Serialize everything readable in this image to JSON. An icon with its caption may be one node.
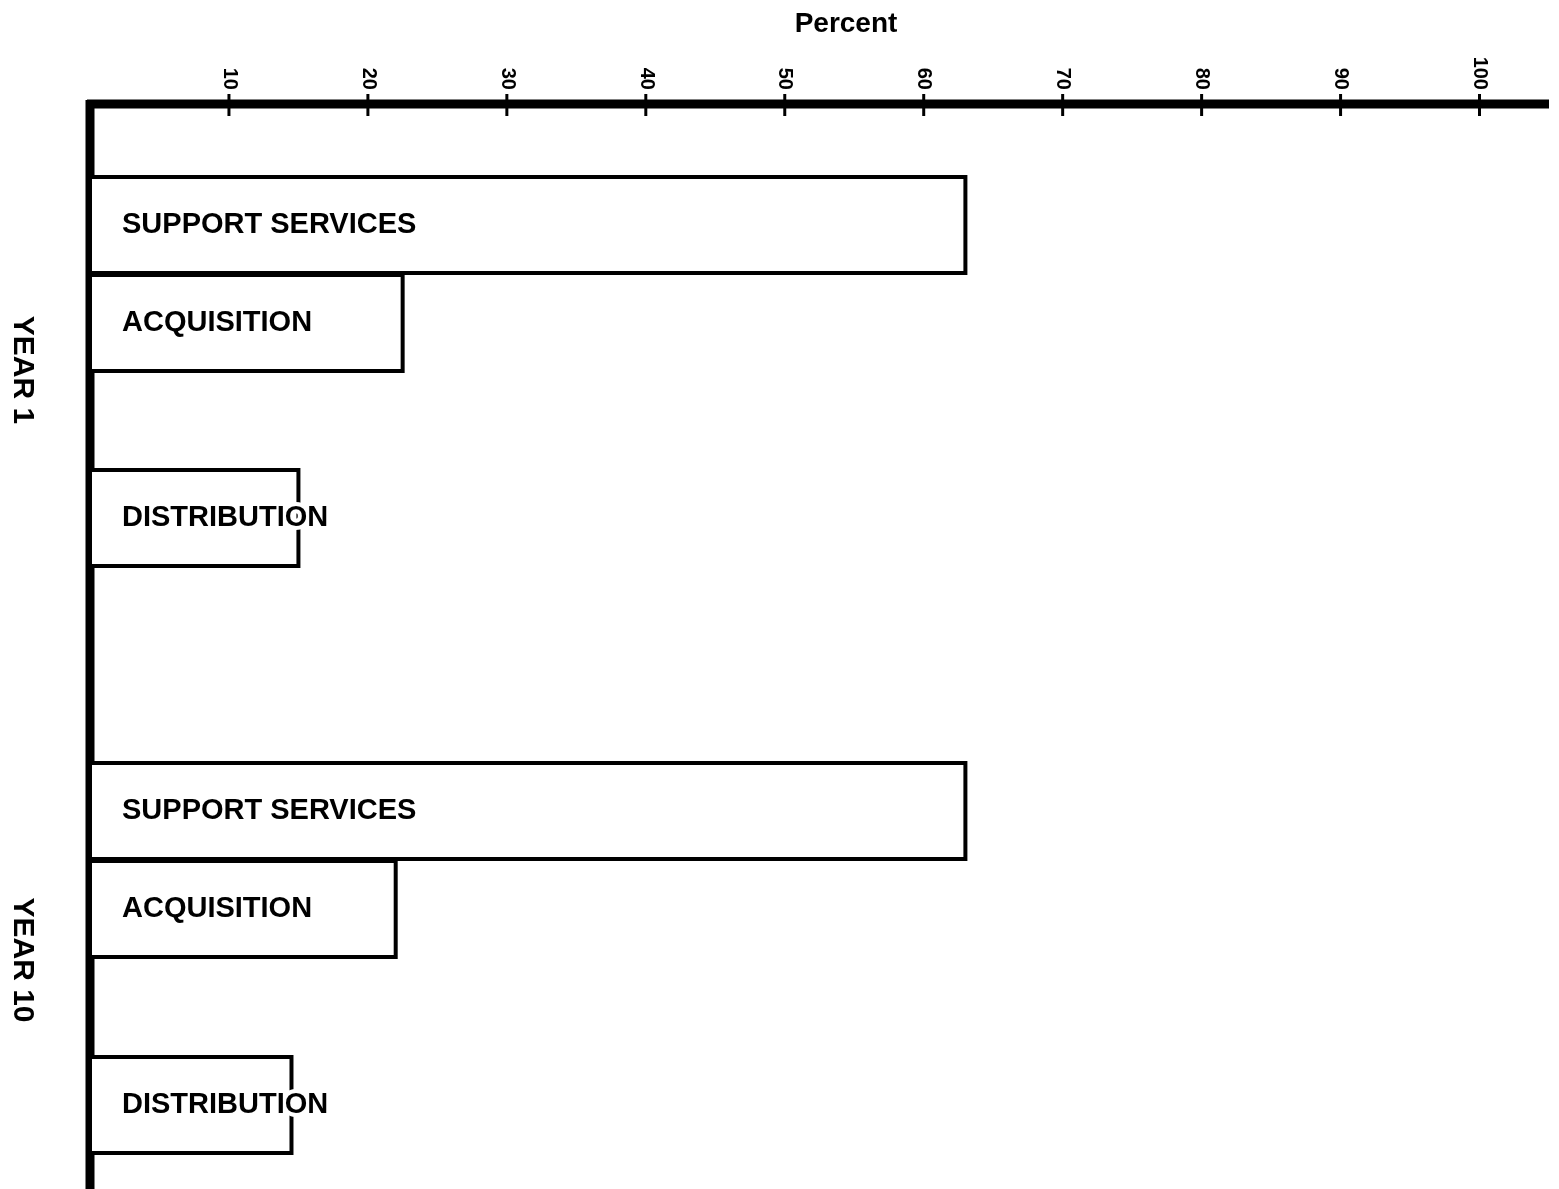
{
  "diagram": {
    "chart_data": {
      "type": "bar",
      "orientation": "horizontal",
      "xlabel": "Percent",
      "categories": [
        "SUPPORT SERVICES",
        "ACQUISITION",
        "DISTRIBUTION",
        "SUPPORT SERVICES",
        "ACQUISITION",
        "DISTRIBUTION"
      ],
      "values": [
        63,
        22.5,
        15,
        63,
        22,
        14.5
      ],
      "xlim": [
        0,
        105
      ],
      "xticks": [
        10,
        20,
        30,
        40,
        50,
        60,
        70,
        80,
        90,
        100
      ]
    },
    "labels": [
      "YEAR 1",
      "YEAR 10"
    ]
  }
}
